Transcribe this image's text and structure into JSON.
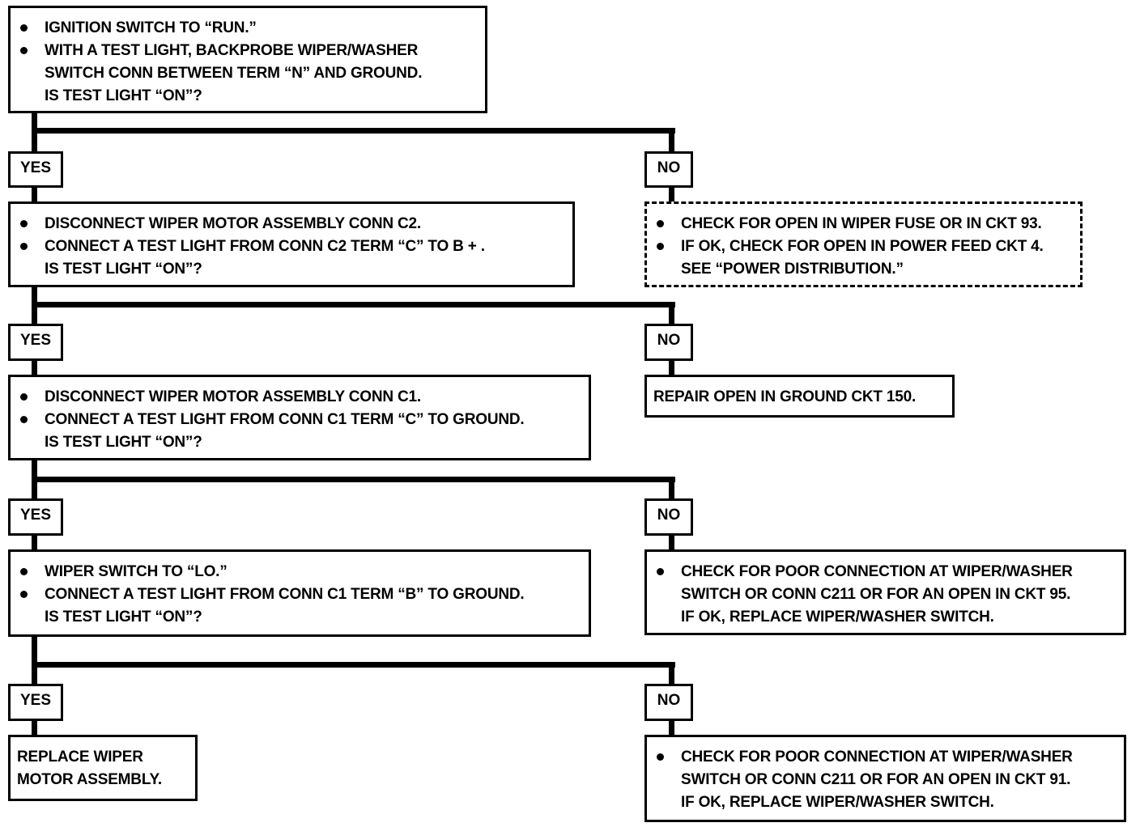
{
  "steps": [
    {
      "bullets": [
        "IGNITION SWITCH TO “RUN.”",
        "WITH A TEST LIGHT, BACKPROBE WIPER/WASHER"
      ],
      "cont": [
        "SWITCH CONN BETWEEN TERM “N” AND GROUND.",
        "IS TEST LIGHT “ON”?"
      ]
    },
    {
      "bullets": [
        "DISCONNECT WIPER MOTOR ASSEMBLY CONN C2.",
        "CONNECT A TEST LIGHT FROM CONN C2 TERM “C” TO B + ."
      ],
      "cont": [
        "IS TEST LIGHT “ON”?"
      ]
    },
    {
      "bullets": [
        "DISCONNECT WIPER MOTOR ASSEMBLY CONN C1.",
        "CONNECT A TEST LIGHT FROM CONN C1 TERM “C” TO GROUND."
      ],
      "cont": [
        "IS TEST LIGHT “ON”?"
      ]
    },
    {
      "bullets": [
        "WIPER SWITCH TO “LO.”",
        "CONNECT A TEST LIGHT FROM CONN C1 TERM “B” TO GROUND."
      ],
      "cont": [
        "IS TEST LIGHT “ON”?"
      ]
    }
  ],
  "labels": {
    "yes": "YES",
    "no": "NO"
  },
  "no_results": [
    {
      "bullets": [
        "CHECK FOR OPEN IN WIPER FUSE OR IN CKT 93.",
        "IF OK, CHECK FOR OPEN IN POWER FEED CKT 4."
      ],
      "cont": [
        "SEE “POWER DISTRIBUTION.”"
      ]
    },
    {
      "text": [
        "REPAIR OPEN IN GROUND CKT 150."
      ]
    },
    {
      "bullets": [
        "CHECK FOR POOR CONNECTION AT WIPER/WASHER"
      ],
      "cont": [
        "SWITCH OR CONN C211 OR FOR AN OPEN IN CKT 95.",
        "IF OK, REPLACE WIPER/WASHER SWITCH."
      ]
    },
    {
      "bullets": [
        "CHECK FOR POOR CONNECTION AT WIPER/WASHER"
      ],
      "cont": [
        "SWITCH OR CONN C211 OR FOR AN OPEN IN CKT 91.",
        "IF OK, REPLACE WIPER/WASHER SWITCH."
      ]
    }
  ],
  "final_yes": {
    "text": [
      "REPLACE WIPER",
      "MOTOR ASSEMBLY."
    ]
  }
}
